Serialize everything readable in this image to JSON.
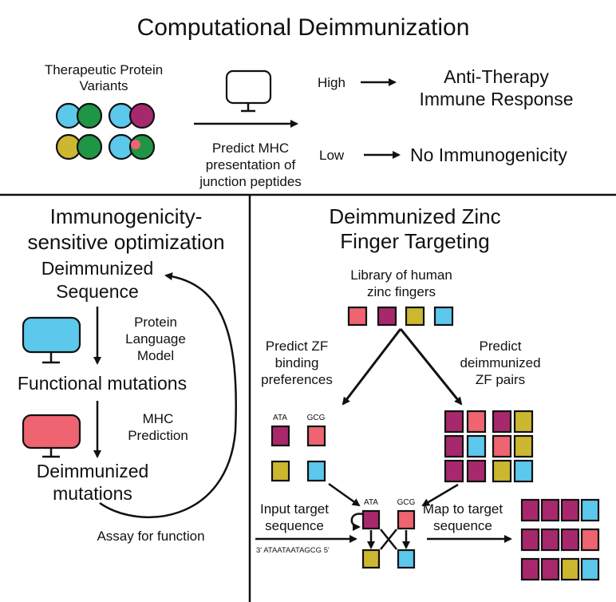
{
  "title": "Computational Deimmunization",
  "top": {
    "variants_label": [
      "Therapeutic Protein",
      "Variants"
    ],
    "predict_label": [
      "Predict MHC",
      "presentation of",
      "junction peptides"
    ],
    "high_label": "High",
    "low_label": "Low",
    "high_result": [
      "Anti-Therapy",
      "Immune Response"
    ],
    "low_result": "No Immunogenicity"
  },
  "left_panel": {
    "heading": [
      "Immunogenicity-",
      "sensitive optimization"
    ],
    "deimmunized_sequence": [
      "Deimmunized",
      "Sequence"
    ],
    "plm_label": [
      "Protein",
      "Language",
      "Model"
    ],
    "functional_mutations": "Functional mutations",
    "mhc_label": [
      "MHC",
      "Prediction"
    ],
    "deimmunized_mutations": [
      "Deimmunized",
      "mutations"
    ],
    "assay_label": "Assay for function"
  },
  "right_panel": {
    "heading": [
      "Deimmunized Zinc",
      "Finger Targeting"
    ],
    "library_label": [
      "Library of human",
      "zinc fingers"
    ],
    "predict_binding": [
      "Predict ZF",
      "binding",
      "preferences"
    ],
    "predict_pairs": [
      "Predict",
      "deimmunized",
      "ZF pairs"
    ],
    "codon_ata": "ATA",
    "codon_gcg": "GCG",
    "input_label": [
      "Input target",
      "sequence"
    ],
    "sequence_text": "3' ATAATAATAGCG 5'",
    "map_label": [
      "Map to target",
      "sequence"
    ]
  },
  "colors": {
    "blue": "#5bc8ec",
    "green": "#1e9646",
    "magenta": "#a8286e",
    "olive": "#cbb830",
    "salmon": "#ee6470",
    "line": "#111111"
  }
}
